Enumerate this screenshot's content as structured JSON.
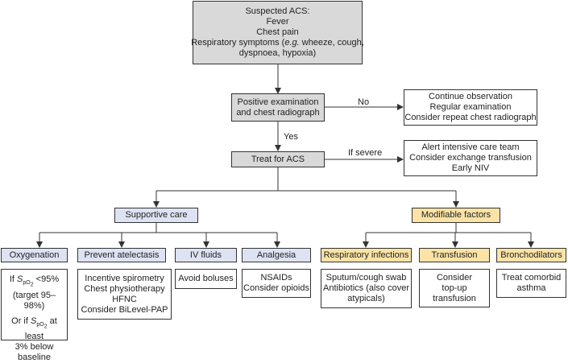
{
  "top": {
    "heading": "Suspected ACS:",
    "line1": "Fever",
    "line2": "Chest pain",
    "line3_pre": "Respiratory symptoms (",
    "line3_eg": "e.g.",
    "line3_post": " wheeze, cough,",
    "line4": "dyspnoea, hypoxia)"
  },
  "exam": {
    "line1": "Positive examination",
    "line2": "and chest radiograph"
  },
  "edge_no": "No",
  "no_box": {
    "line1": "Continue observation",
    "line2": "Regular examination",
    "line3": "Consider repeat chest radiograph"
  },
  "edge_yes": "Yes",
  "treat": "Treat for ACS",
  "edge_severe": "If severe",
  "severe_box": {
    "line1": "Alert intensive care team",
    "line2": "Consider exchange transfusion",
    "line3": "Early NIV"
  },
  "supportive": "Supportive care",
  "modifiable": "Modifiable factors",
  "oxygenation": {
    "title": "Oxygenation",
    "p1_if": "If ",
    "p1_s": "S",
    "p1_sub": "pO",
    "p1_sub2": "2",
    "p1_rest": " <95%",
    "p1_line2": "(target 95–98%)",
    "p2_pre": "Or if ",
    "p2_s": "S",
    "p2_sub": "pO",
    "p2_sub2": "2",
    "p2_rest": " at least",
    "p2_line2": "3% below",
    "p2_line3": "baseline"
  },
  "atelectasis": {
    "title": "Prevent atelectasis",
    "items": [
      "Incentive spirometry",
      "Chest physiotherapy",
      "HFNC",
      "Consider BiLevel-PAP"
    ]
  },
  "iv_fluids": {
    "title": "IV fluids",
    "items": [
      "Avoid boluses"
    ]
  },
  "analgesia": {
    "title": "Analgesia",
    "items": [
      "NSAIDs",
      "Consider opioids"
    ]
  },
  "resp_infections": {
    "title": "Respiratory infections",
    "items": [
      "Sputum/cough swab",
      "Antibiotics (also cover",
      "atypicals)"
    ]
  },
  "transfusion": {
    "title": "Transfusion",
    "items": [
      "Consider",
      "top-up",
      "transfusion"
    ]
  },
  "bronchodilators": {
    "title": "Bronchodilators",
    "items": [
      "Treat comorbid",
      "asthma"
    ]
  },
  "colors": {
    "grey": "#d9d9d9",
    "blue": "#dde3f2",
    "yellow": "#fbe3a6",
    "line": "#333333"
  }
}
